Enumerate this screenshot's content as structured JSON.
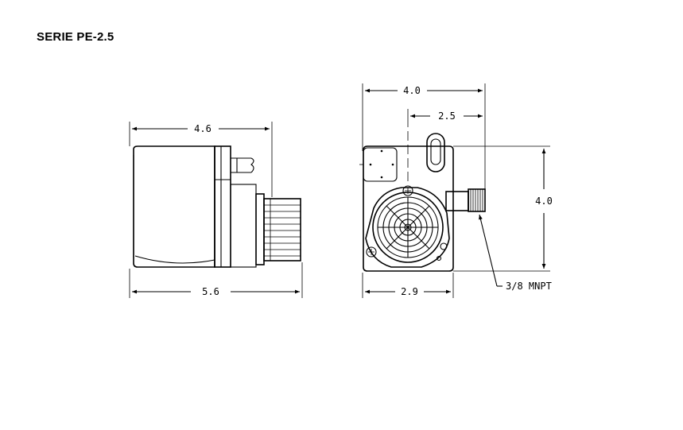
{
  "title": "SERIE PE-2.5",
  "side_view": {
    "dim_top": "4.6",
    "dim_bottom": "5.6"
  },
  "front_view": {
    "dim_top_outer": "4.0",
    "dim_top_inner": "2.5",
    "dim_right": "4.0",
    "dim_bottom": "2.9",
    "callout": "3/8 MNPT"
  },
  "colors": {
    "ink": "#000000",
    "background": "#ffffff"
  }
}
